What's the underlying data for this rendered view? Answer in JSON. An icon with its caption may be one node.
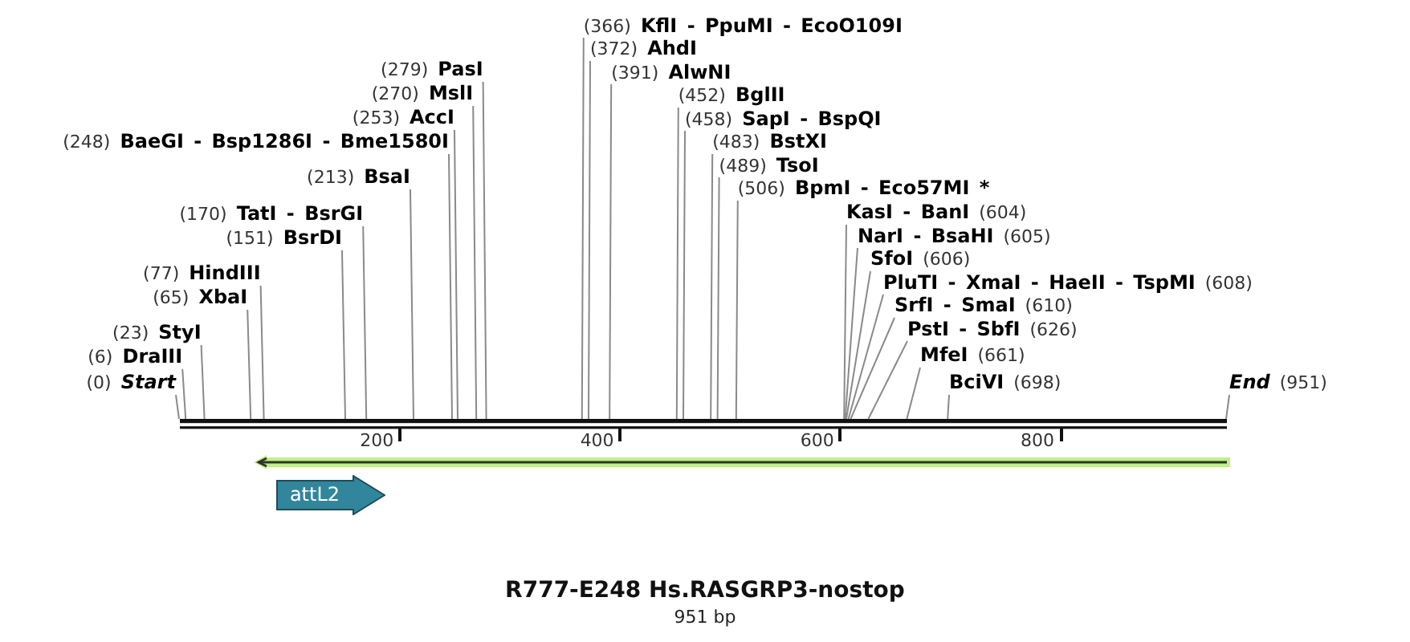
{
  "diagram": {
    "title": "R777-E248 Hs.RASGRP3-nostop",
    "nodes": [
      {
        "text": [
          "(279)",
          "PasI"
        ]
      },
      {
        "text": [
          "(270)",
          "MslI"
        ]
      },
      {
        "text": [
          "(253)",
          "AccI"
        ]
      },
      {
        "text": [
          "(248)",
          "BaeGI - Bsp1286I - Bme1580I"
        ]
      },
      {
        "text": [
          "(213)",
          "BsaI"
        ]
      },
      {
        "text": [
          "(506)",
          "BpmI - Eco57MI *"
        ]
      },
      {
        "text": [
          "KasI - BanI",
          "(604)"
        ]
      },
      {
        "text": [
          "(170)",
          "TatI - BsrGI"
        ]
      },
      {
        "text": [
          "(489)",
          "TsoI"
        ]
      },
      {
        "text": [
          "NarI - BsaHI",
          "(605)"
        ]
      },
      {
        "text": [
          "(151)",
          "BsrDI"
        ]
      },
      {
        "text": [
          "(483)",
          "BstXI"
        ]
      },
      {
        "text": [
          "SfoI",
          "(606)"
        ]
      },
      {
        "text": [
          "PluTI - XmaI - HaeII - TspMI",
          "(608)"
        ]
      },
      {
        "text": [
          "(77)",
          "HindIII"
        ]
      },
      {
        "text": [
          "(458)",
          "SapI - BspQI"
        ]
      },
      {
        "text": [
          "SrfI - SmaI",
          "(610)"
        ]
      },
      {
        "text": [
          "(65)",
          "XbaI"
        ]
      },
      {
        "text": [
          "(452)",
          "BglII"
        ]
      },
      {
        "text": [
          "PstI - SbfI",
          "(626)"
        ]
      },
      {
        "text": [
          "(23)",
          "StyI"
        ]
      },
      {
        "text": [
          "(391)",
          "AlwNI"
        ]
      },
      {
        "text": [
          "MfeI",
          "(661)"
        ]
      },
      {
        "text": [
          "(6)",
          "DraIII"
        ]
      },
      {
        "text": [
          "(372)",
          "AhdI"
        ]
      },
      {
        "text": [
          "(0)",
          "Start"
        ]
      },
      {
        "text": [
          "(366)",
          "KflI - PpuMI - EcoO109I"
        ]
      },
      {
        "text": [
          "BciVI",
          "(698)"
        ]
      },
      {
        "text": [
          "End",
          "(951)"
        ]
      },
      {
        "text": [],
        "shape": "bar"
      },
      {
        "text": [],
        "shape": "arrow"
      },
      {
        "text": [
          "attL2"
        ]
      }
    ],
    "edges": [
      {
        "from": 0,
        "to": 29,
        "arrow": "none"
      },
      {
        "from": 1,
        "to": 29,
        "arrow": "none"
      },
      {
        "from": 2,
        "to": 29,
        "arrow": "none"
      },
      {
        "from": 3,
        "to": 29,
        "arrow": "none"
      },
      {
        "from": 4,
        "to": 29,
        "arrow": "none"
      },
      {
        "from": 5,
        "to": 29,
        "arrow": "none"
      },
      {
        "from": 6,
        "to": 29,
        "arrow": "none"
      },
      {
        "from": 7,
        "to": 29,
        "arrow": "none"
      },
      {
        "from": 8,
        "to": 29,
        "arrow": "none"
      },
      {
        "from": 9,
        "to": 29,
        "arrow": "none"
      },
      {
        "from": 10,
        "to": 29,
        "arrow": "none"
      },
      {
        "from": 11,
        "to": 29,
        "arrow": "none"
      },
      {
        "from": 12,
        "to": 29,
        "arrow": "none"
      },
      {
        "from": 13,
        "to": 29,
        "arrow": "none"
      },
      {
        "from": 14,
        "to": 29,
        "arrow": "none"
      },
      {
        "from": 15,
        "to": 29,
        "arrow": "none"
      },
      {
        "from": 16,
        "to": 29,
        "arrow": "none"
      },
      {
        "from": 17,
        "to": 29,
        "arrow": "none"
      },
      {
        "from": 18,
        "to": 29,
        "arrow": "none"
      },
      {
        "from": 19,
        "to": 29,
        "arrow": "none"
      },
      {
        "from": 20,
        "to": 29,
        "arrow": "none"
      },
      {
        "from": 21,
        "to": 29,
        "arrow": "none"
      },
      {
        "from": 22,
        "to": 29,
        "arrow": "none"
      },
      {
        "from": 23,
        "to": 29,
        "arrow": "none"
      },
      {
        "from": 24,
        "to": 29,
        "arrow": "none"
      },
      {
        "from": 25,
        "to": 29,
        "arrow": "none"
      },
      {
        "from": 26,
        "to": 29,
        "arrow": "none"
      },
      {
        "from": 27,
        "to": 29,
        "arrow": "none"
      },
      {
        "from": 28,
        "to": 29,
        "arrow": "none"
      }
    ],
    "labels": [
      "200",
      "400",
      "600",
      "800",
      "951 bp"
    ]
  }
}
